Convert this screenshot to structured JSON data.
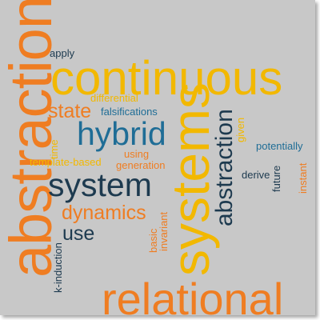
{
  "palette": {
    "background": "#c8c8c8",
    "orange": "#ef7d22",
    "yellow": "#f2b800",
    "navy": "#1d3a4f",
    "blue": "#1f6d96"
  },
  "words": {
    "abstractions": "abstractions",
    "continuous": "continuous",
    "systems": "systems",
    "relational": "relational",
    "hybrid": "hybrid",
    "system": "system",
    "abstraction": "abstraction",
    "state": "state",
    "dynamics": "dynamics",
    "use": "use",
    "apply": "apply",
    "differential": "differential",
    "falsifications": "falsifications",
    "using": "using",
    "template_based": "template-based",
    "generation": "generation",
    "time": "time",
    "given": "given",
    "potentially": "potentially",
    "derive": "derive",
    "future": "future",
    "instant": "instant",
    "basic": "basic",
    "invariant": "invariant",
    "k_induction": "k-induction"
  }
}
